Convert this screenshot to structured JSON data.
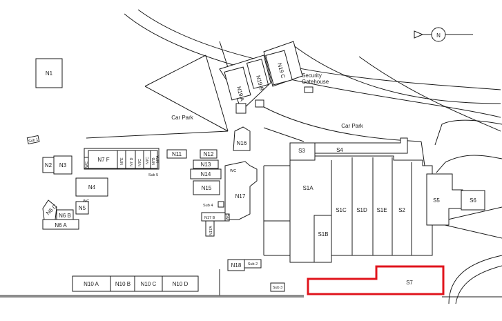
{
  "north_label": "N",
  "areas": {
    "car_park_west": "Car Park",
    "car_park_east": "Car Park",
    "security": [
      "Security",
      "Gatehouse"
    ]
  },
  "labels": {
    "N1": "N1",
    "N2": "N2",
    "N3": "N3",
    "N4": "N4",
    "N5": "N5",
    "N6A": "N6 A",
    "N6B": "N6 B",
    "N6C": "N6 C",
    "N7F": "N7 F",
    "N7E": "N7E",
    "N7D": "N7 D",
    "N7C_a": "N7C",
    "N7C_b": "N7C",
    "N7B": "N7B",
    "N7A": "N7A",
    "N10A": "N10 A",
    "N10B": "N10 B",
    "N10C": "N10 C",
    "N10D": "N10 D",
    "N11": "N11",
    "N12": "N12",
    "N13": "N13",
    "N14": "N14",
    "N15": "N15",
    "N16": "N16",
    "N17": "N17",
    "N17B": "N17 B",
    "N17A": "N17A",
    "N18": "N18",
    "N19A": "N19 A",
    "N19B": "N19 B",
    "N19C": "N19 C",
    "S1A": "S1A",
    "S1B": "S1B",
    "S1C": "S1C",
    "S1D": "S1D",
    "S1E": "S1E",
    "S2": "S2",
    "S3": "S3",
    "S4": "S4",
    "S5": "S5",
    "S6": "S6",
    "S7": "S7",
    "sub1": "Sub 1",
    "sub2": "Sub 2",
    "sub3": "Sub 3",
    "sub4": "Sub 4",
    "sub5": "Sub 5",
    "wc_n5": "WC",
    "wc_n7": "WC",
    "wc_n17": "WC",
    "wc_n17b": "WC"
  },
  "highlight": {
    "building": "S7",
    "color": "#e0141c"
  }
}
